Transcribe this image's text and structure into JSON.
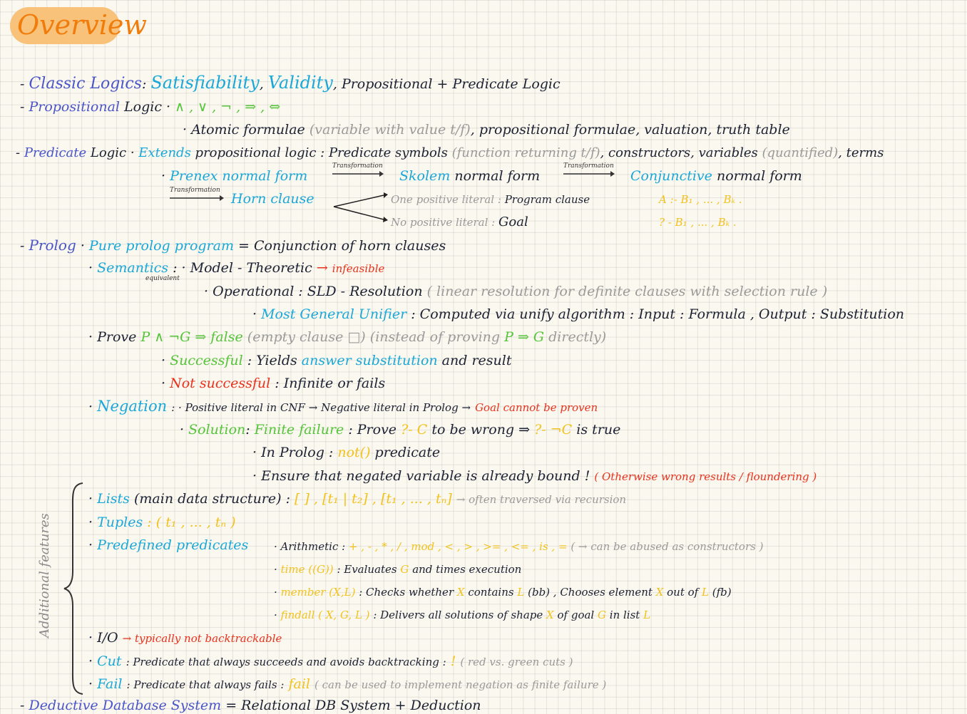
{
  "title": "Overview",
  "l1": {
    "dash": "-",
    "a": "Classic Logics",
    "b": ":",
    "c": "Satisfiability",
    "d": ",",
    "e": "Validity",
    "f": ", Propositional + Predicate Logic"
  },
  "l2": {
    "dash": "-",
    "a": "Propositional",
    "b": "Logic",
    "c": "·",
    "d": "∧ , ∨ , ¬ , ⇒ , ⇔"
  },
  "l3": {
    "bullet": "·",
    "a": "Atomic formulae",
    "b": "(variable with value t/f)",
    "c": ", propositional formulae, valuation, truth table"
  },
  "l4": {
    "dash": "-",
    "a": "Predicate",
    "b": "Logic",
    "c": "·",
    "d": "Extends",
    "e": "propositional logic : Predicate symbols",
    "f": "(function returning t/f)",
    "g": ", constructors, variables",
    "h": "(quantified)",
    "i": ", terms"
  },
  "l5": {
    "bullet": "·",
    "a": "Prenex normal form",
    "t1": "Transformation",
    "b": "Skolem",
    "c": "normal form",
    "t2": "Transformation",
    "d": "Conjunctive",
    "e": "normal form"
  },
  "l6": {
    "t3": "Transformation",
    "a": "Horn clause",
    "b": "One positive literal :",
    "c": "Program clause",
    "d": "A :- B₁ , ... , Bₖ ."
  },
  "l7": {
    "a": "No positive literal :",
    "b": "Goal",
    "c": "? - B₁ , ... , Bₖ ."
  },
  "l8": {
    "dash": "-",
    "a": "Prolog",
    "b": "·",
    "c": "Pure prolog program",
    "d": "=  Conjunction of horn clauses"
  },
  "l9": {
    "bullet": "·",
    "a": "Semantics",
    "b": ":",
    "c": "· Model - Theoretic",
    "d": "→",
    "e": "infeasible"
  },
  "l9b": {
    "a": "equivalent"
  },
  "l10": {
    "a": "· Operational :  SLD - Resolution",
    "b": "( linear resolution for definite clauses with selection rule )"
  },
  "l11": {
    "bullet": "·",
    "a": "Most General Unifier",
    "b": ": Computed via unify algorithm : Input : Formula , Output : Substitution"
  },
  "l12": {
    "bullet": "·",
    "a": "Prove",
    "b": "P ∧ ¬G ⇒ false",
    "c": "(empty clause □)",
    "d": "(instead of proving",
    "e": "P ⇒ G",
    "f": "directly)"
  },
  "l13": {
    "bullet": "·",
    "a": "Successful",
    "b": ": Yields",
    "c": "answer substitution",
    "d": "and result"
  },
  "l14": {
    "bullet": "·",
    "a": "Not successful",
    "b": ": Infinite or fails"
  },
  "l15": {
    "bullet": "·",
    "a": "Negation",
    "b": ": · Positive literal in CNF → Negative literal in Prolog →",
    "c": "Goal cannot be proven"
  },
  "l16": {
    "bullet": "·",
    "a": "Solution",
    "b": ":",
    "c": "Finite failure",
    "d": ": Prove",
    "e": "?- C",
    "f": "to be wrong ⇒",
    "g": "?- ¬C",
    "h": "is true"
  },
  "l17": {
    "bullet": "·",
    "a": "In Prolog :",
    "b": "not()",
    "c": "predicate"
  },
  "l18": {
    "bullet": "·",
    "a": "Ensure that negated variable is already bound !",
    "b": "( Otherwise wrong results / floundering )"
  },
  "l19": {
    "bullet": "·",
    "a": "Lists",
    "b": "(main data structure) :",
    "c": "[ ] , [t₁ | t₂] , [t₁ , ... , tₙ]",
    "d": "→ often traversed via recursion"
  },
  "l20": {
    "bullet": "·",
    "a": "Tuples",
    "b": ":",
    "c": "( t₁ , ... , tₙ )"
  },
  "l21": {
    "bullet": "·",
    "a": "Predefined predicates",
    "b": "·  Arithmetic :",
    "c": "+ , - , * , / , mod , < , > , >= , <= , is , =",
    "d": "( → can be abused as constructors )"
  },
  "l22": {
    "bullet": "·",
    "a": "time ((G))",
    "b": ": Evaluates",
    "c": "G",
    "d": "and times execution"
  },
  "l23": {
    "bullet": "·",
    "a": "member (X,L)",
    "b": ": Checks whether",
    "c": "X",
    "d": "contains",
    "e": "L",
    "f": "(bb) , Chooses element",
    "g": "X",
    "h": "out of",
    "i": "L",
    "j": "(fb)"
  },
  "l24": {
    "bullet": "·",
    "a": "findall ( X, G, L )",
    "b": ": Delivers all solutions of shape",
    "c": "X",
    "d": "of goal",
    "e": "G",
    "f": "in list",
    "g": "L"
  },
  "l25": {
    "bullet": "·",
    "a": "I/O",
    "b": "→ typically not backtrackable"
  },
  "l26": {
    "bullet": "·",
    "a": "Cut",
    "b": ": Predicate that always succeeds and avoids backtracking :",
    "c": "!",
    "d": "( red vs. green cuts )"
  },
  "l27": {
    "bullet": "·",
    "a": "Fail",
    "b": ": Predicate that always fails :",
    "c": "fail",
    "d": "( can be used to implement negation as finite failure )"
  },
  "l28": {
    "dash": "-",
    "a": "Deductive Database System",
    "b": "= Relational DB System + Deduction"
  },
  "side": {
    "label": "Additional features"
  },
  "colors": {
    "purple": "#4a55c8",
    "cyan": "#1aa8d8",
    "green": "#55c43a",
    "yellow": "#f2c21e",
    "red": "#e8321e",
    "orange": "#f07d0b"
  }
}
